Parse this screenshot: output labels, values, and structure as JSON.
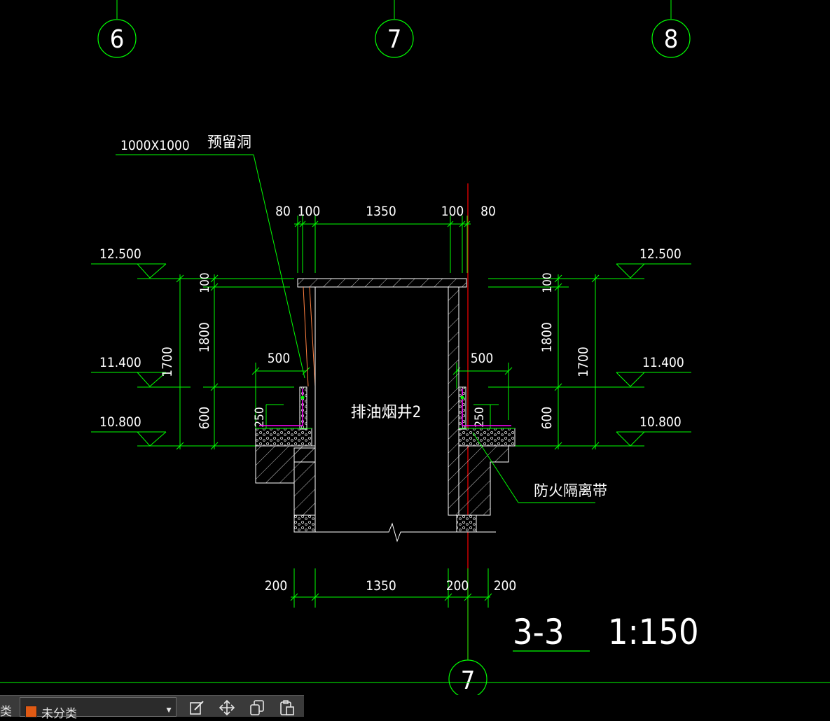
{
  "drawing": {
    "grid_labels": [
      "6",
      "7",
      "8",
      "7"
    ],
    "opening_size": "1000X1000",
    "opening_label": "预留洞",
    "top_dims": [
      "80",
      "100",
      "1350",
      "100",
      "80"
    ],
    "elevations": [
      "12.500",
      "11.400",
      "10.800",
      "12.500",
      "11.400",
      "10.800"
    ],
    "left_vertical_dims": [
      "100",
      "1800",
      "600",
      "1700"
    ],
    "right_vertical_dims": [
      "100",
      "1800",
      "600",
      "1700"
    ],
    "left_width_dim": "500",
    "right_width_dim": "500",
    "left_step_dim": "250",
    "right_step_dim": "250",
    "shaft_label": "排油烟井2",
    "fire_band_label": "防火隔离带",
    "bottom_dims": [
      "200",
      "1350",
      "200",
      "200"
    ],
    "section_title": "3-3",
    "section_scale": "1:150"
  },
  "toolbar": {
    "category_label": "类",
    "layer_name": "未分类",
    "layer_color": "#e05a14",
    "icons": [
      "edit-icon",
      "move-icon",
      "copy-icon",
      "paste-icon"
    ]
  },
  "colors": {
    "background": "#000000",
    "line_green": "#00ff00",
    "text_white": "#ffffff",
    "axis_red": "#ff0000",
    "membrane_magenta": "#ff00ff"
  }
}
